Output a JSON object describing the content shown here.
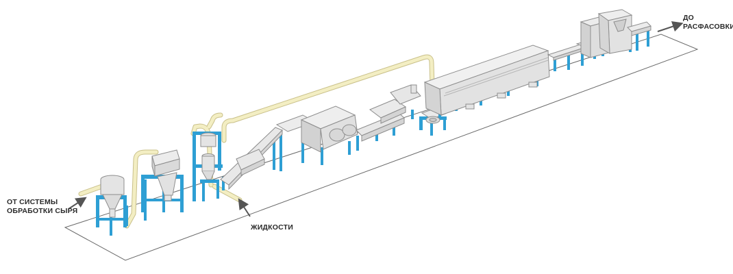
{
  "labels": {
    "input_raw": [
      "ОТ СИСТЕМЫ",
      "ОБРАБОТКИ СЫРЯ"
    ],
    "liquids": "ЖИДКОСТИ",
    "output": [
      "ДО",
      "РАСФАСОВКИ"
    ]
  },
  "colors": {
    "support": "#2e9fd4",
    "machine_fill": "#e4e4e4",
    "machine_stroke": "#8d8d8d",
    "pipe": "#f3eec3",
    "pipe_stroke": "#c9c08a",
    "floor_stroke": "#6a6a6a",
    "arrow": "#555555"
  }
}
